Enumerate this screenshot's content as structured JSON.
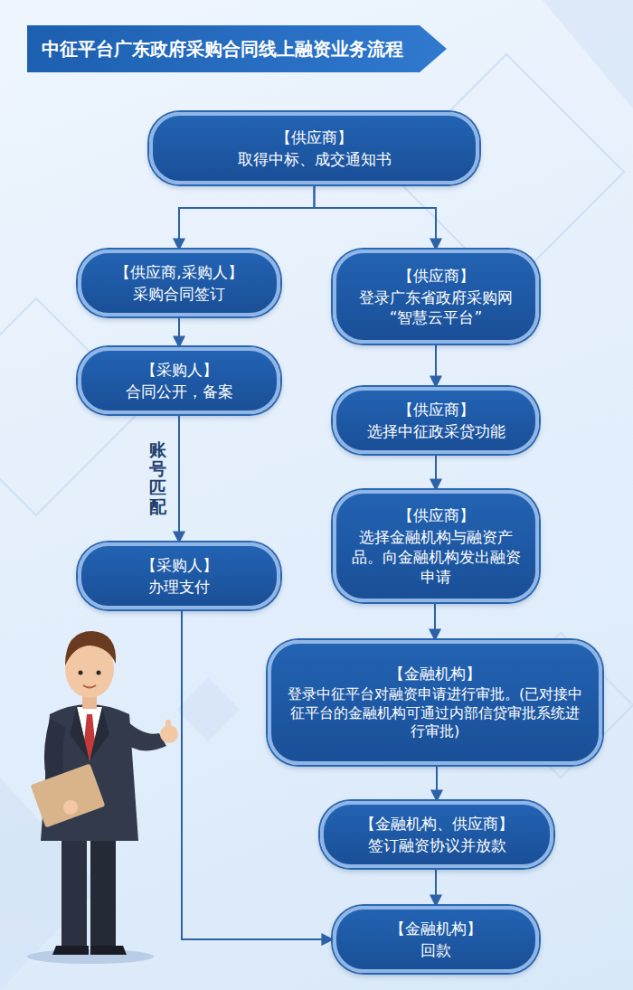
{
  "diagram": {
    "title": "中征平台广东政府采购合同线上融资业务流程",
    "nodes": [
      {
        "text": [
          "【供应商】",
          "取得中标、成交通知书"
        ]
      },
      {
        "text": [
          "【供应商,采购人】",
          "采购合同签订"
        ]
      },
      {
        "text": [
          "【采购人】",
          "合同公开，备案"
        ]
      },
      {
        "text": [
          "【采购人】",
          "办理支付"
        ]
      },
      {
        "text": [
          "【供应商】",
          "登录广东省政府采购网“智慧云平台”"
        ]
      },
      {
        "text": [
          "【供应商】",
          "选择中征政采贷功能"
        ]
      },
      {
        "text": [
          "【供应商】",
          "选择金融机构与融资产品。向金融机构发出融资申请"
        ]
      },
      {
        "text": [
          "【金融机构】",
          "登录中征平台对融资申请进行审批。(已对接中征平台的金融机构可通过内部信贷审批系统进行审批)"
        ]
      },
      {
        "text": [
          "【金融机构、供应商】",
          "签订融资协议并放款"
        ]
      },
      {
        "text": [
          "【金融机构】",
          "回款"
        ]
      }
    ],
    "edges": [
      {
        "from": 0,
        "to": 1,
        "arrow": "to"
      },
      {
        "from": 0,
        "to": 4,
        "arrow": "to"
      },
      {
        "from": 1,
        "to": 2,
        "arrow": "to"
      },
      {
        "from": 2,
        "to": 3,
        "label": "账号匹配",
        "arrow": "to"
      },
      {
        "from": 4,
        "to": 5,
        "arrow": "to"
      },
      {
        "from": 5,
        "to": 6,
        "arrow": "to"
      },
      {
        "from": 6,
        "to": 7,
        "arrow": "to"
      },
      {
        "from": 7,
        "to": 8,
        "arrow": "to"
      },
      {
        "from": 8,
        "to": 9,
        "arrow": "to"
      },
      {
        "from": 3,
        "to": 9,
        "arrow": "to"
      }
    ]
  }
}
